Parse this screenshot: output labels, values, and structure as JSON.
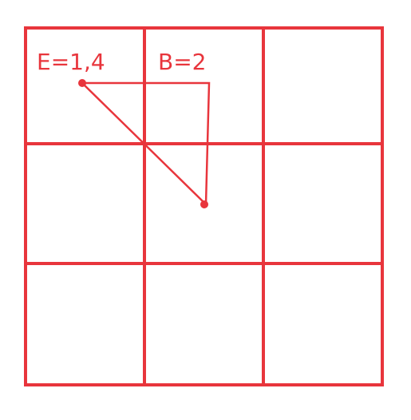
{
  "colors": {
    "stroke": "#e8353c",
    "background": "#ffffff"
  },
  "grid": {
    "rows": 3,
    "columns": 3
  },
  "labels": {
    "point_e": "E=1,4",
    "point_b": "B=2"
  }
}
